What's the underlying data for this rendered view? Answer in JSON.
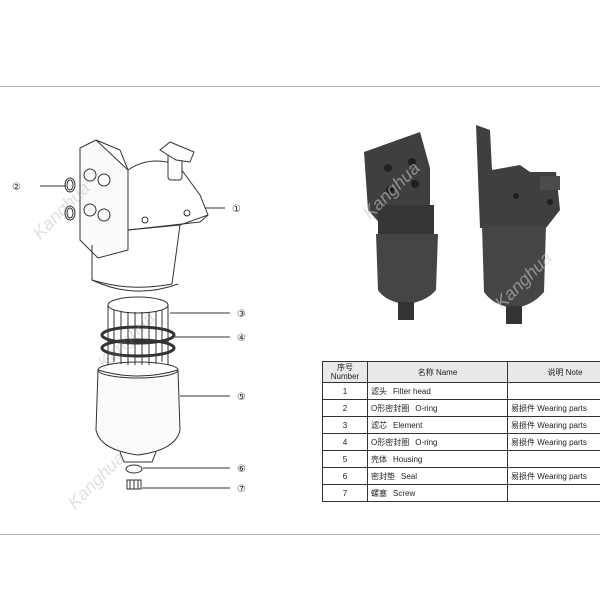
{
  "callouts": [
    "①",
    "②",
    "③",
    "④",
    "⑤",
    "⑥",
    "⑦"
  ],
  "watermark": {
    "text": "Kanghua"
  },
  "table": {
    "headers": {
      "number_cn": "序号",
      "number_en": "Number",
      "name": "名称 Name",
      "note": "说明 Note"
    },
    "rows": [
      {
        "num": "1",
        "name_cn": "滤头",
        "name_en": "Filter head",
        "note": ""
      },
      {
        "num": "2",
        "name_cn": "O形密封圈",
        "name_en": "O-ring",
        "note": "易损件 Wearing parts"
      },
      {
        "num": "3",
        "name_cn": "滤芯",
        "name_en": "Element",
        "note": "易损件 Wearing parts"
      },
      {
        "num": "4",
        "name_cn": "O形密封圈",
        "name_en": "O-ring",
        "note": "易损件 Wearing parts"
      },
      {
        "num": "5",
        "name_cn": "壳体",
        "name_en": "Housing",
        "note": ""
      },
      {
        "num": "6",
        "name_cn": "密封垫",
        "name_en": "Seal",
        "note": "易损件 Wearing parts"
      },
      {
        "num": "7",
        "name_cn": "螺塞",
        "name_en": "Screw",
        "note": ""
      }
    ]
  }
}
